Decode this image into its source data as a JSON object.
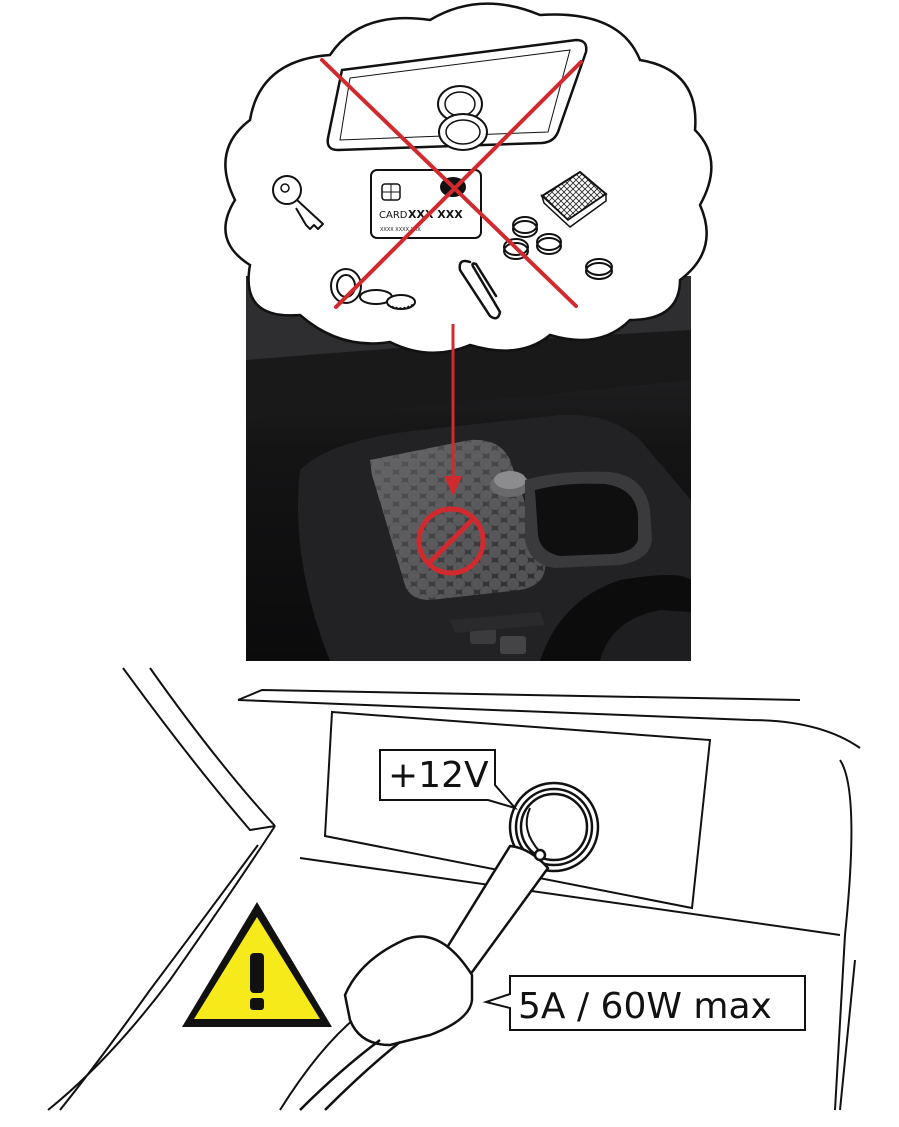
{
  "card": {
    "word": "CARD",
    "number": "XXX XXX",
    "small": "XXXX XXXX XXX"
  },
  "voltage_label": "+12V",
  "power_label": "5A / 60W max",
  "icons": {
    "forbidden_items": [
      "phone-ring-icon",
      "key-icon",
      "card-icon",
      "coin-icon",
      "ring-icon",
      "paperclip-icon",
      "mesh-pad-icon"
    ],
    "cross": "red-x-icon",
    "no_sign": "prohibition-icon",
    "warning": "warning-triangle-icon"
  },
  "colors": {
    "forbid_red": "#d12a2e",
    "warning_yellow": "#f7ea1b",
    "console_dark": "#1c1c1d"
  }
}
